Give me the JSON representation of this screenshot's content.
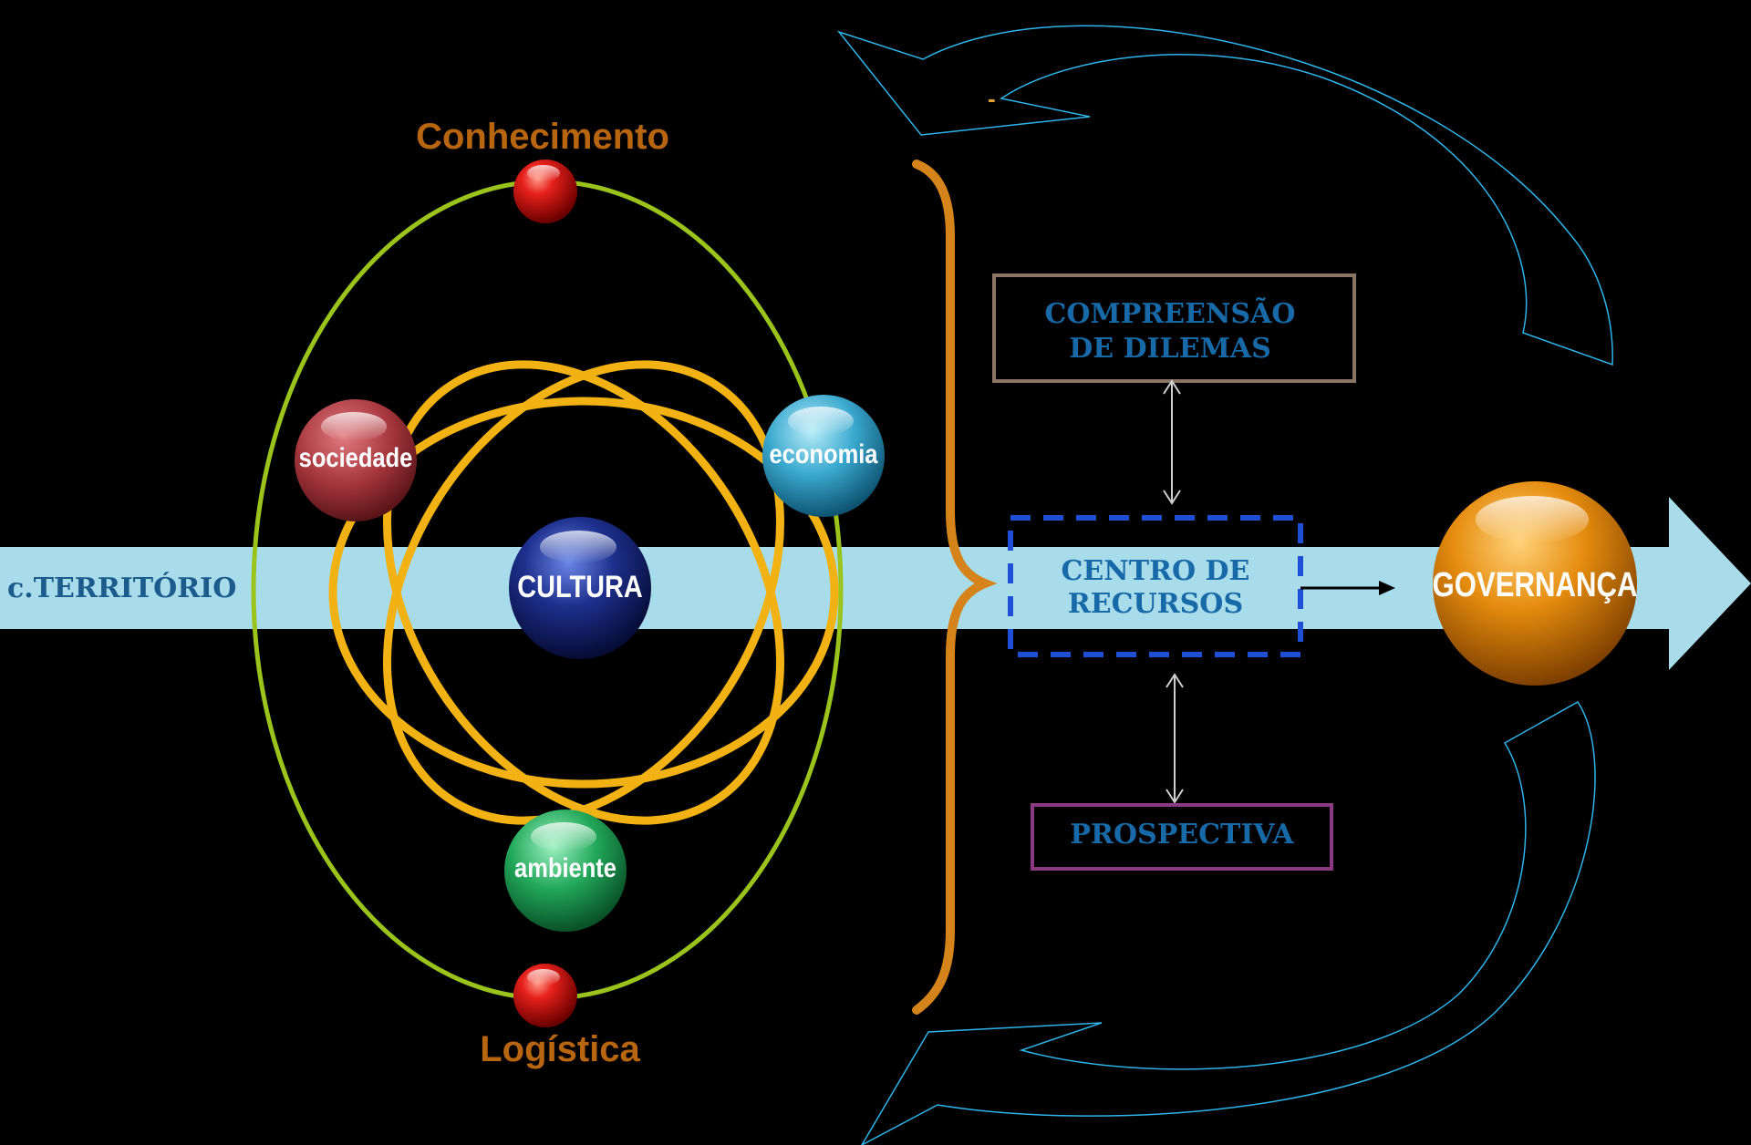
{
  "diagram": {
    "axis_label": "c.TERRITÓRIO",
    "outer_nodes": {
      "top": "Conhecimento",
      "bottom": "Logística"
    },
    "spheres": {
      "sociedade": "sociedade",
      "economia": "economia",
      "cultura": "CULTURA",
      "ambiente": "ambiente"
    },
    "boxes": {
      "compreensao_line1": "COMPREENSÃO",
      "compreensao_line2": "DE DILEMAS",
      "centro_line1": "CENTRO DE",
      "centro_line2": "RECURSOS",
      "prospectiva": "PROSPECTIVA"
    },
    "goal": "GOVERNANÇA",
    "stray_mark": "-"
  },
  "colors": {
    "background": "#000000",
    "band": "#a8dcea",
    "outer_ellipse": "#9ac31c",
    "inner_orbits": "#f2b213",
    "brace": "#d4841a",
    "cycle_arrows": "#2fb4ea",
    "box_compreensao_border": "#8a7466",
    "box_centro_border": "#1f4fd6",
    "box_prospectiva_border": "#8a3a80",
    "text_blue": "#1769a8",
    "text_orange": "#b8650f"
  },
  "icons": [
    "red-sphere-icon",
    "sociedade-sphere-icon",
    "economia-sphere-icon",
    "cultura-sphere-icon",
    "ambiente-sphere-icon",
    "governanca-sphere-icon"
  ]
}
